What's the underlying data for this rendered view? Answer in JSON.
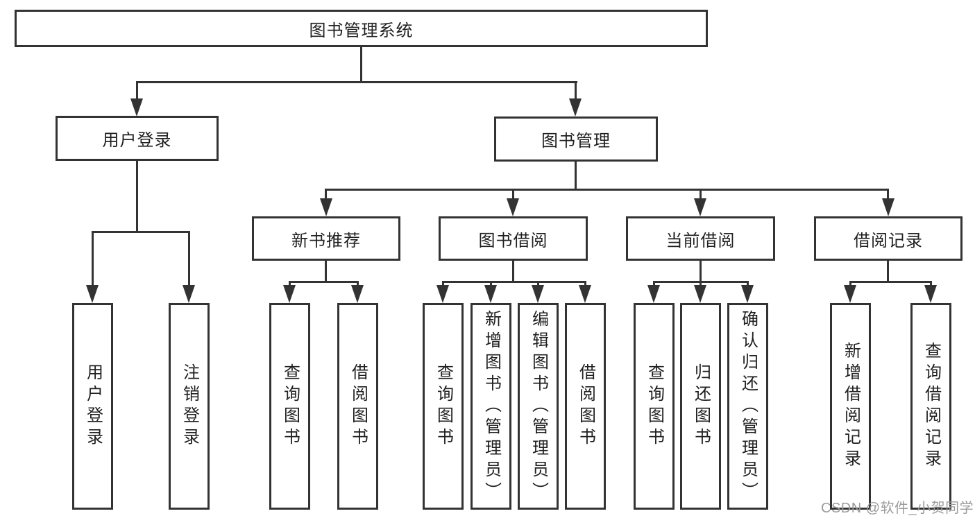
{
  "diagram": {
    "root": {
      "label": "图书管理系统"
    },
    "level2": [
      {
        "label": "用户登录"
      },
      {
        "label": "图书管理"
      }
    ],
    "level3": [
      {
        "label": "新书推荐"
      },
      {
        "label": "图书借阅"
      },
      {
        "label": "当前借阅"
      },
      {
        "label": "借阅记录"
      }
    ],
    "leaves": {
      "user_login": [
        "用户登录",
        "注销登录"
      ],
      "new_book_recommend": [
        "查询图书",
        "借阅图书"
      ],
      "book_borrow": [
        "查询图书",
        "新增图书（管理员）",
        "编辑图书（管理员）",
        "借阅图书"
      ],
      "current_borrow": [
        "查询图书",
        "归还图书",
        "确认归还（管理员）"
      ],
      "borrow_records": [
        "新增借阅记录",
        "查询借阅记录"
      ]
    }
  },
  "colors": {
    "line": "#333333",
    "text": "#1f1f1f",
    "background": "#ffffff",
    "watermark": "#9b9b9b"
  },
  "watermark": "CSDN @软件_小贺同学"
}
